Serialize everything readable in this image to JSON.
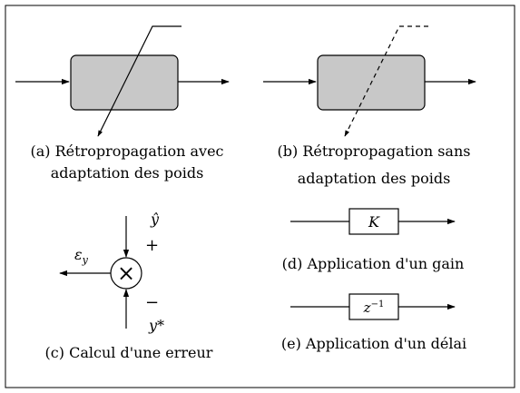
{
  "panels": {
    "a": {
      "caption_line1": "(a) Rétropropagation avec",
      "caption_line2": "adaptation des poids"
    },
    "b": {
      "caption_line1": "(b) Rétropropagation sans",
      "caption_line2": "adaptation des poids"
    },
    "c": {
      "caption": "(c) Calcul d'une erreur",
      "input_top": "ŷ",
      "input_bottom": "y*",
      "output_label_main": "ε",
      "output_label_sub": "y",
      "sign_top": "+",
      "sign_bottom": "−",
      "operator": "×"
    },
    "d": {
      "caption": "(d) Application d'un gain",
      "block_label": "K"
    },
    "e": {
      "caption": "(e) Application d'un délai",
      "block_label_base": "z",
      "block_label_exp": "−1"
    }
  },
  "colors": {
    "block_fill": "#c8c8c8",
    "stroke": "#000000",
    "background": "#ffffff"
  }
}
